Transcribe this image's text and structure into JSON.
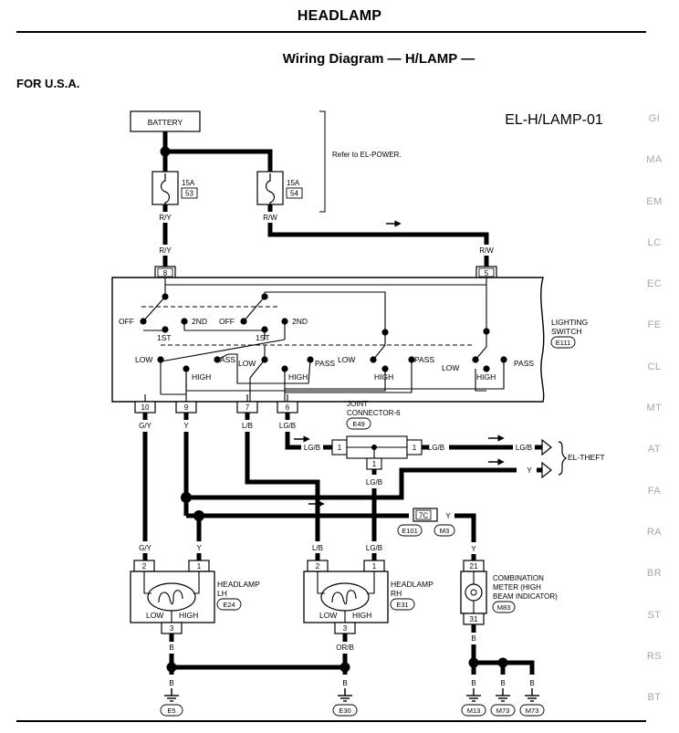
{
  "page": {
    "title": "HEADLAMP",
    "subtitle": "Wiring Diagram — H/LAMP —",
    "region": "FOR U.S.A.",
    "diagram_code": "EL-H/LAMP-01"
  },
  "section_tabs": [
    "GI",
    "MA",
    "EM",
    "LC",
    "EC",
    "FE",
    "CL",
    "MT",
    "AT",
    "FA",
    "RA",
    "BR",
    "ST",
    "RS",
    "BT"
  ],
  "power": {
    "battery": "BATTERY",
    "note": "Refer to EL-POWER.",
    "fuse_left": {
      "rating": "15A",
      "number": "53",
      "wire": "R/Y"
    },
    "fuse_right": {
      "rating": "15A",
      "number": "54",
      "wire": "R/W"
    }
  },
  "lighting_switch": {
    "label_line1": "LIGHTING",
    "label_line2": "SWITCH",
    "connector_id": "E111",
    "pin_in_left": "8",
    "pin_in_right": "5",
    "wire_in_left": "R/Y",
    "wire_in_right": "R/W",
    "positions": {
      "off": "OFF",
      "first": "1ST",
      "second": "2ND",
      "low": "LOW",
      "high": "HIGH",
      "pass": "PASS"
    },
    "out_pins": [
      "10",
      "9",
      "7",
      "6"
    ],
    "out_wires": [
      "G/Y",
      "Y",
      "L/B",
      "LG/B"
    ]
  },
  "joint_connector": {
    "label_line1": "JOINT",
    "label_line2": "CONNECTOR-6",
    "connector_id": "E49",
    "wire_in": "LG/B",
    "wire_out": "LG/B",
    "wire_down": "LG/B",
    "pins": [
      "1",
      "1",
      "1"
    ]
  },
  "theft": {
    "label": "EL-THEFT",
    "wire_top": "LG/B",
    "wire_bottom": "Y"
  },
  "inline_connector": {
    "wire": "Y",
    "pin": "7C",
    "conn_left": "E101",
    "conn_right": "M3"
  },
  "headlamp_lh": {
    "label_line1": "HEADLAMP",
    "label_line2": "LH",
    "connector_id": "E24",
    "wire_left": "G/Y",
    "wire_right": "Y",
    "pin_left": "2",
    "pin_right": "1",
    "pin_ground": "3",
    "low": "LOW",
    "high": "HIGH",
    "ground_wire_top": "B",
    "ground_wire_bottom": "B",
    "ground": "E5"
  },
  "headlamp_rh": {
    "label_line1": "HEADLAMP",
    "label_line2": "RH",
    "connector_id": "E31",
    "wire_left": "L/B",
    "wire_right": "LG/B",
    "pin_left": "2",
    "pin_right": "1",
    "pin_ground": "3",
    "low": "LOW",
    "high": "HIGH",
    "ground_wire_top": "OR/B",
    "ground_wire_bottom": "B",
    "ground": "E30"
  },
  "combination_meter": {
    "label_line1": "COMBINATION",
    "label_line2": "METER (HIGH",
    "label_line3": "BEAM INDICATOR)",
    "connector_id": "M83",
    "wire_in": "Y",
    "pin_in": "21",
    "pin_out": "31",
    "wire_out": "B",
    "ground_wires": [
      "B",
      "B",
      "B"
    ],
    "grounds": [
      "M13",
      "M73",
      "M73"
    ]
  }
}
